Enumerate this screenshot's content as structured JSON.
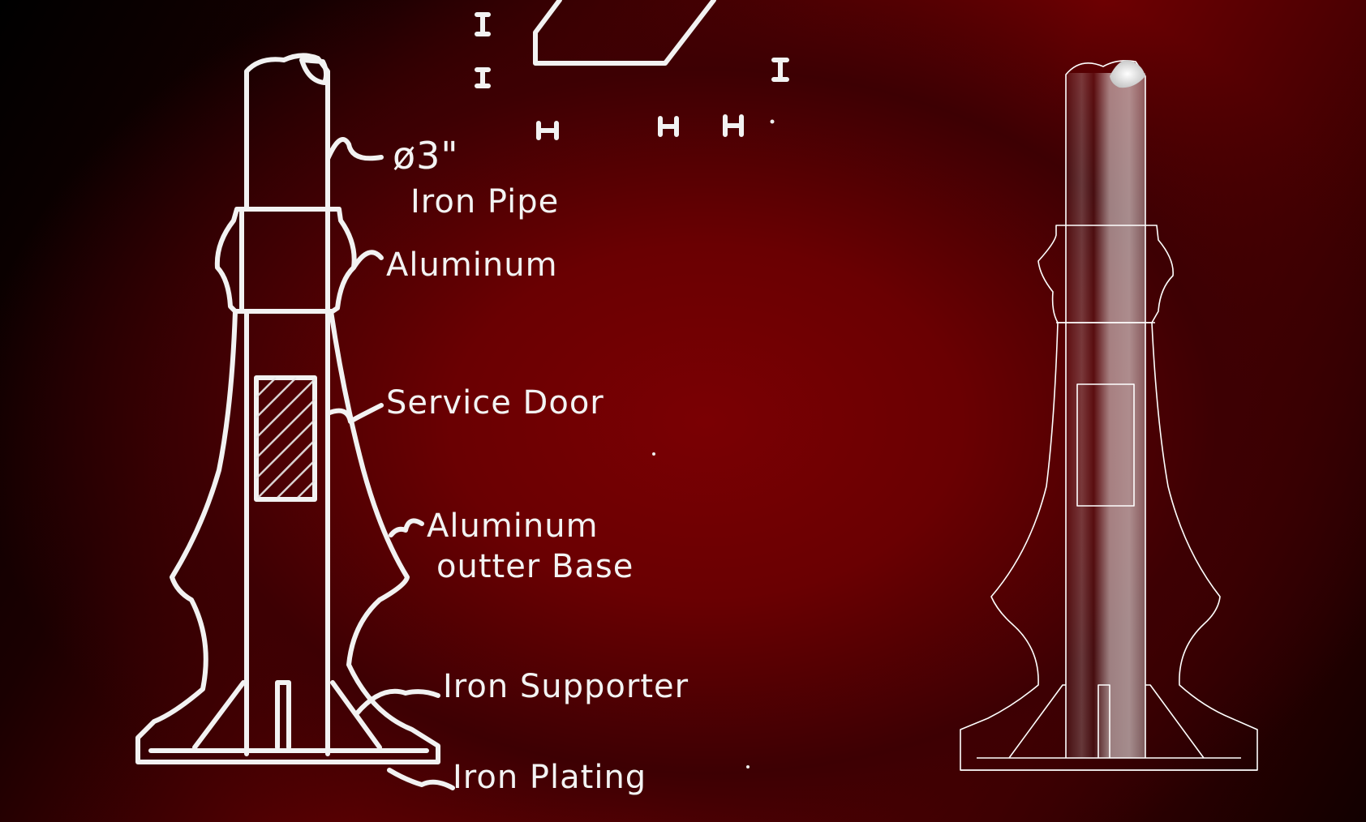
{
  "sketch": {
    "labels": {
      "pipe_diameter": "ø3\"",
      "pipe": "Iron Pipe",
      "collar": "Aluminum",
      "door": "Service Door",
      "base_line1": "Aluminum",
      "base_line2": "outter Base",
      "supporter": "Iron Supporter",
      "plating": "Iron Plating"
    }
  },
  "colors": {
    "chalk": "#f2f2f2",
    "background_center": "#7a0003",
    "background_edge": "#000000"
  }
}
